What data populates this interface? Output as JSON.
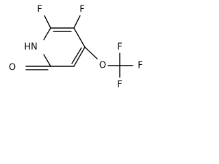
{
  "structure": {
    "atoms": {
      "f_top_left": "F",
      "f_top_right": "F",
      "nh": "HN",
      "oxo": "O",
      "ether_o": "O",
      "cf3_f_top": "F",
      "cf3_f_right": "F",
      "cf3_f_bottom": "F"
    }
  }
}
